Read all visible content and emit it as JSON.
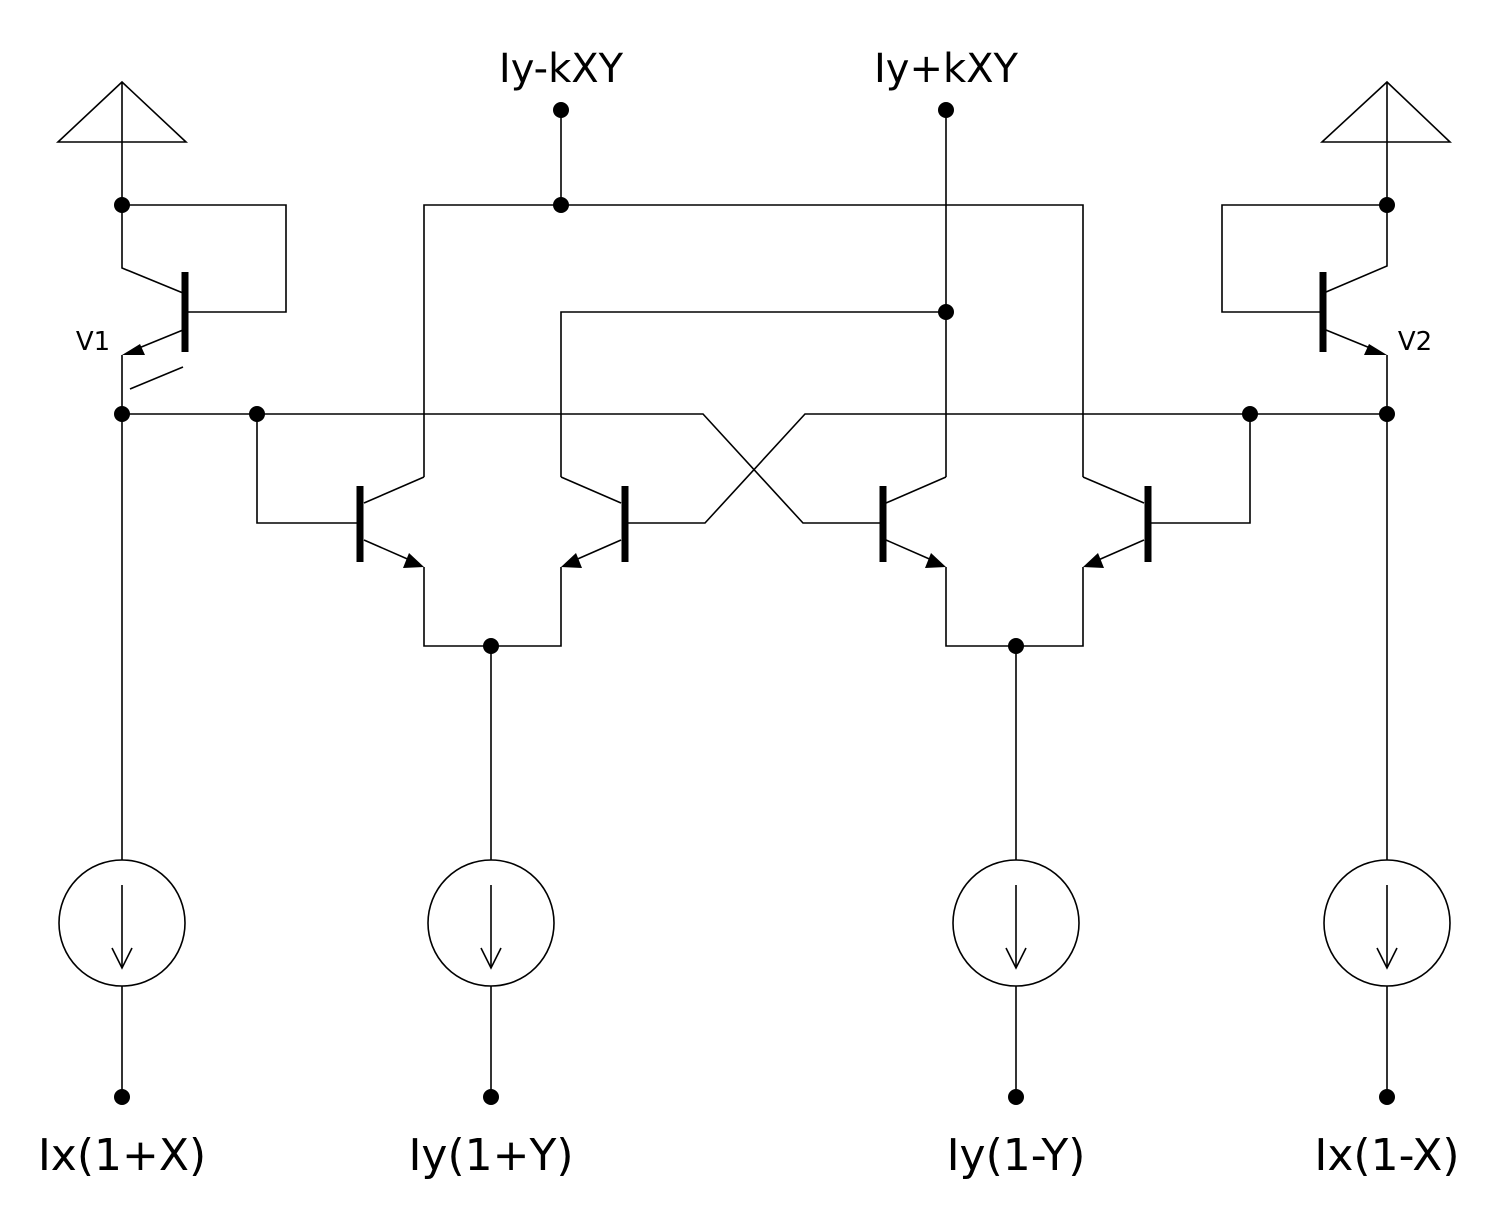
{
  "labels": {
    "out_minus": "Iy-kXY",
    "out_plus": "Iy+kXY",
    "v1": "V1",
    "v2": "V2",
    "in_ix_plus": "Ix(1+X)",
    "in_iy_plus": "Iy(1+Y)",
    "in_iy_minus": "Iy(1-Y)",
    "in_ix_minus": "Ix(1-X)"
  },
  "colors": {
    "stroke": "#000000",
    "background": "#ffffff"
  },
  "symbols": [
    "supply-triangle",
    "npn-transistor",
    "current-source",
    "junction-dot"
  ]
}
